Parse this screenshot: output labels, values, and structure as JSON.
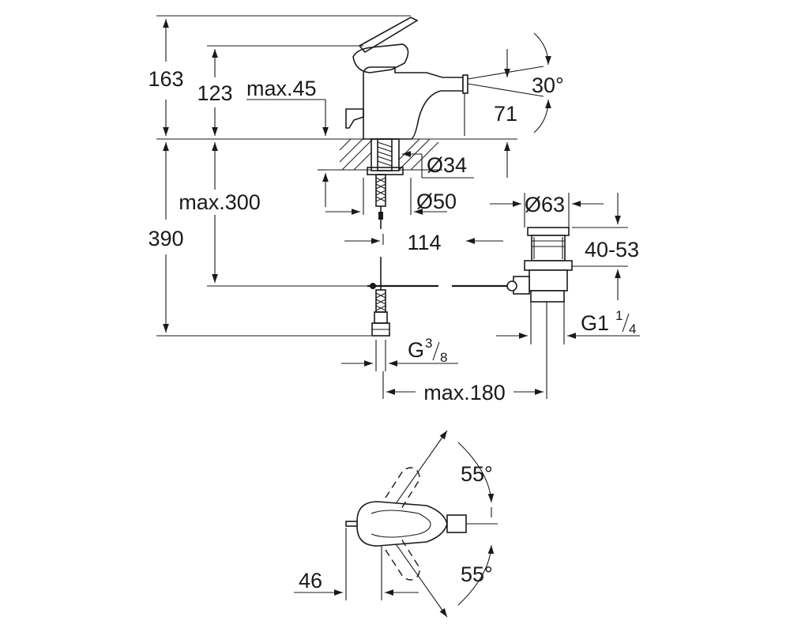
{
  "dimensions": {
    "total_height": "163",
    "outlet_height": "123",
    "max_deck_thickness": "max.45",
    "spout_tilt_angle": "30°",
    "spout_tilt_reach": "71",
    "mounting_hole_diameter": "Ø34",
    "base_diameter": "Ø50",
    "max_below_deck": "max.300",
    "to_connection": "390",
    "waste_diameter": "Ø63",
    "waste_distance": "114",
    "waste_height_range": "40-53",
    "waste_thread": {
      "main": "G1",
      "num": "1",
      "den": "4"
    },
    "supply_thread": {
      "main": "G",
      "num": "3",
      "den": "8"
    },
    "max_reach": "max.180",
    "lever_angle_up": "55°",
    "lever_angle_down": "55°",
    "lever_offset": "46"
  }
}
